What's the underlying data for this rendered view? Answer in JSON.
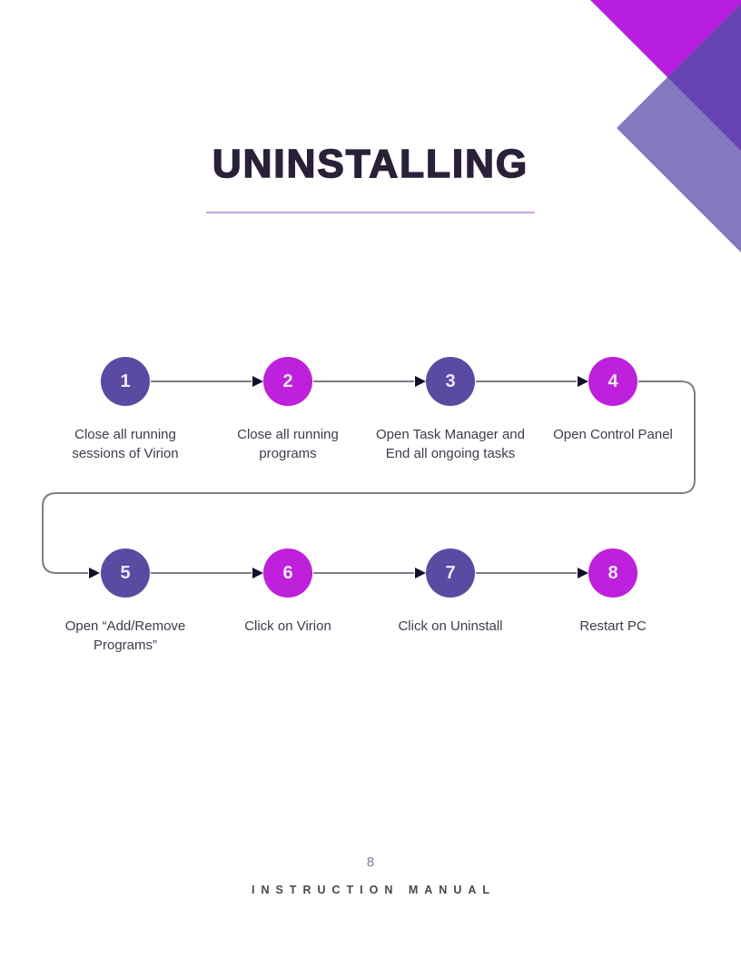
{
  "document": {
    "title": "UNINSTALLING",
    "page_number": "8",
    "footer": "INSTRUCTION MANUAL"
  },
  "flowchart": {
    "steps": [
      {
        "number": "1",
        "label": "Close all running\nsessions of Virion",
        "circle_color": "#5B4AA2"
      },
      {
        "number": "2",
        "label": "Close all running\nprograms",
        "circle_color": "#BE20DB"
      },
      {
        "number": "3",
        "label": "Open Task Manager and\nEnd all ongoing tasks",
        "circle_color": "#5B4AA2"
      },
      {
        "number": "4",
        "label": "Open Control Panel",
        "circle_color": "#BE20DB"
      },
      {
        "number": "5",
        "label": "Open “Add/Remove\nPrograms”",
        "circle_color": "#5B4AA2"
      },
      {
        "number": "6",
        "label": "Click on Virion",
        "circle_color": "#BE20DB"
      },
      {
        "number": "7",
        "label": "Click on Uninstall",
        "circle_color": "#5B4AA2"
      },
      {
        "number": "8",
        "label": "Restart PC",
        "circle_color": "#BE20DB"
      }
    ],
    "connector_color": "#7E7E86",
    "arrowhead_color": "#10102A"
  },
  "colors": {
    "title": "#2A2139",
    "title_underline": "#C9A2DB",
    "step_label": "#3E3C4B",
    "circle_purple": "#5B4AA2",
    "circle_magenta": "#BE20DB",
    "corner_magenta": "#B81FE0",
    "corner_lavender": "#8678BE",
    "corner_overlap": "#6743B2",
    "page_number": "#7C7CA3",
    "footer_text": "#46464F"
  },
  "decoration": {
    "corner": "overlapping magenta triangle and translucent lavender diamond, top-right corner"
  }
}
